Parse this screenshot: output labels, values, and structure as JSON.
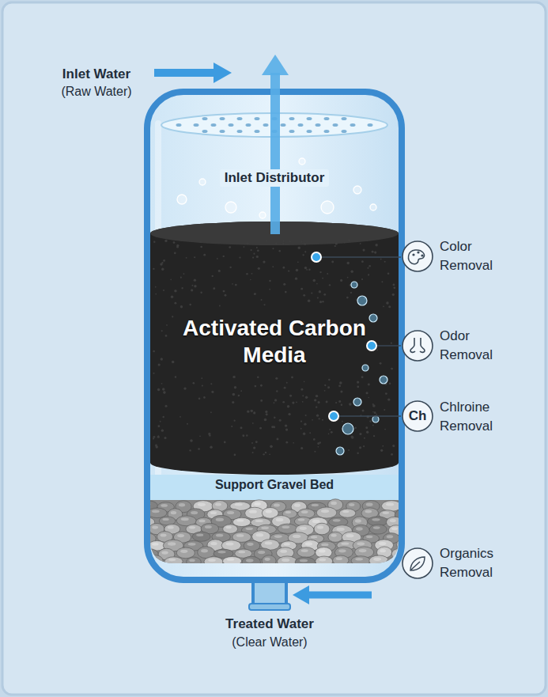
{
  "diagram": {
    "nodes": [
      {
        "text": [
          "Inlet Distributor"
        ]
      },
      {
        "text": [
          "Activated Carbon Media"
        ],
        "in": 0
      },
      {
        "text": [
          "Support Gravel Bed"
        ],
        "in": 0
      }
    ],
    "labels": [
      "Inlet Water",
      "(Raw Water)",
      "Color Removal",
      "Odor Removal",
      "Ch",
      "Chlroine Removal",
      "Organics Removal",
      "Treated Water",
      "(Clear Water)"
    ]
  }
}
